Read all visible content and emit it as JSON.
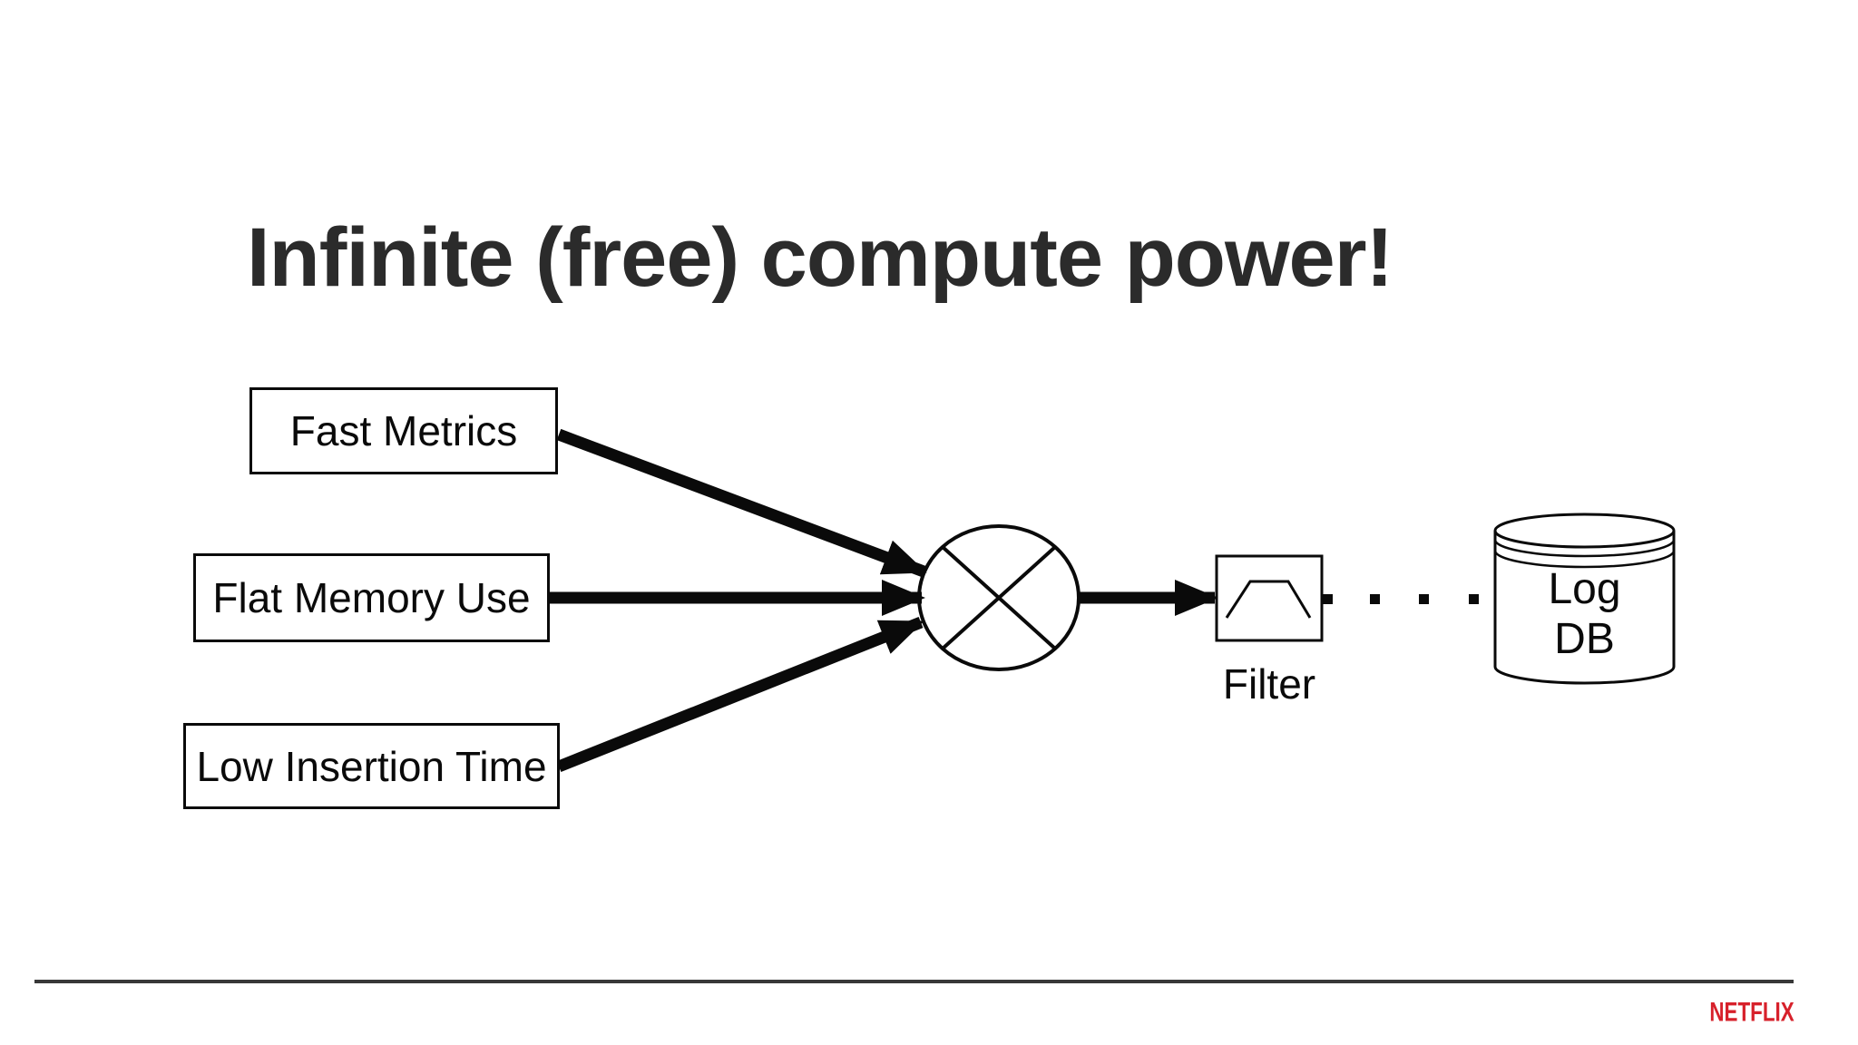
{
  "slide": {
    "title": "Infinite (free) compute power!"
  },
  "diagram": {
    "inputs": [
      {
        "label": "Fast Metrics"
      },
      {
        "label": "Flat Memory Use"
      },
      {
        "label": "Low Insertion Time"
      }
    ],
    "mixer_icon": "multiplier-circle-icon",
    "filter_icon": "band-pass-filter-icon",
    "database_icon": "database-cylinder-icon",
    "connector_style": "dotted-square-line",
    "filter_label": "Filter",
    "db_line1": "Log",
    "db_line2": "DB"
  },
  "footer": {
    "brand": "NETFLIX"
  },
  "colors": {
    "background": "#ffffff",
    "title": "#2b2b2b",
    "ink": "#0a0a0a",
    "divider": "#383838",
    "brand_red": "#d7212b"
  }
}
